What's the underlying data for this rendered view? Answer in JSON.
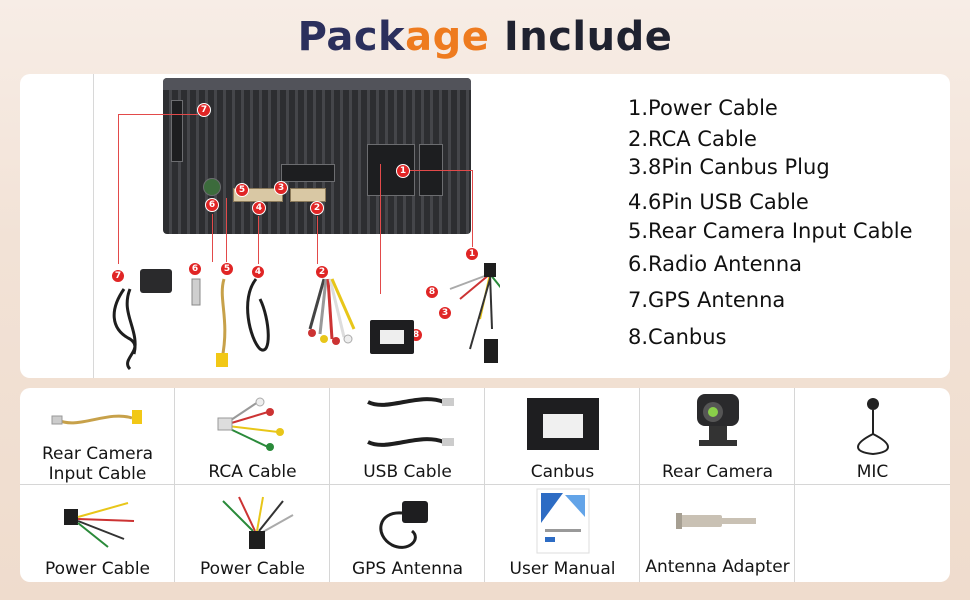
{
  "title": {
    "word1_a": "Pack",
    "word1_b": "age",
    "word2": "Include"
  },
  "legend": [
    "1.Power Cable",
    "2.RCA Cable",
    "3.8Pin Canbus Plug",
    "4.6Pin USB Cable",
    "5.Rear Camera Input Cable",
    "6.Radio Antenna",
    "7.GPS Antenna",
    "8.Canbus"
  ],
  "badges": [
    "1",
    "2",
    "3",
    "4",
    "5",
    "6",
    "7",
    "8"
  ],
  "items": [
    {
      "label": "Rear Camera\nInput Cable",
      "icon": "rear-camera-cable-icon"
    },
    {
      "label": "RCA Cable",
      "icon": "rca-cable-icon"
    },
    {
      "label": "USB Cable",
      "icon": "usb-cable-icon"
    },
    {
      "label": "Canbus",
      "icon": "canbus-icon"
    },
    {
      "label": "Rear Camera",
      "icon": "rear-camera-icon"
    },
    {
      "label": "MIC",
      "icon": "mic-icon"
    },
    {
      "label": "Power Cable",
      "icon": "power-cable-icon"
    },
    {
      "label": "Power Cable",
      "icon": "power-cable-icon"
    },
    {
      "label": "GPS Antenna",
      "icon": "gps-antenna-icon"
    },
    {
      "label": "User Manual",
      "icon": "user-manual-icon"
    },
    {
      "label": "Antenna Adapter",
      "icon": "antenna-adapter-icon"
    }
  ],
  "colors": {
    "accent": "#ee7b1f",
    "navy": "#2b2f5c",
    "badge": "#e02525"
  }
}
